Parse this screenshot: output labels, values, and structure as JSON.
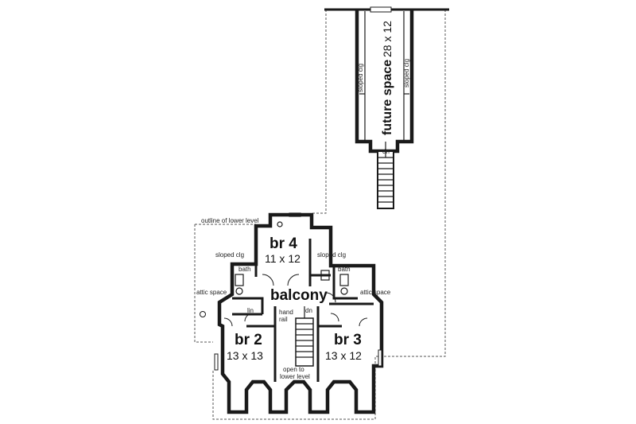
{
  "plan": {
    "outline_label": "outline of lower level",
    "future_space": {
      "name": "future space",
      "size": "28 x 12",
      "left_note": "sloped clg",
      "right_note": "sloped clg",
      "stair_note": "dn"
    },
    "br4": {
      "name": "br 4",
      "size": "11 x 12"
    },
    "br2": {
      "name": "br 2",
      "size": "13 x 13"
    },
    "br3": {
      "name": "br 3",
      "size": "13 x 12"
    },
    "balcony": "balcony",
    "notes": {
      "sloped_left": "sloped clg",
      "sloped_center": "sloped clg",
      "bath_left": "bath",
      "bath_right": "bath",
      "attic_left": "attic space",
      "attic_right": "attic space",
      "lin": "lin",
      "hand": "hand",
      "rail": "rail",
      "dn": "dn",
      "open1": "open to",
      "open2": "lower level"
    }
  }
}
